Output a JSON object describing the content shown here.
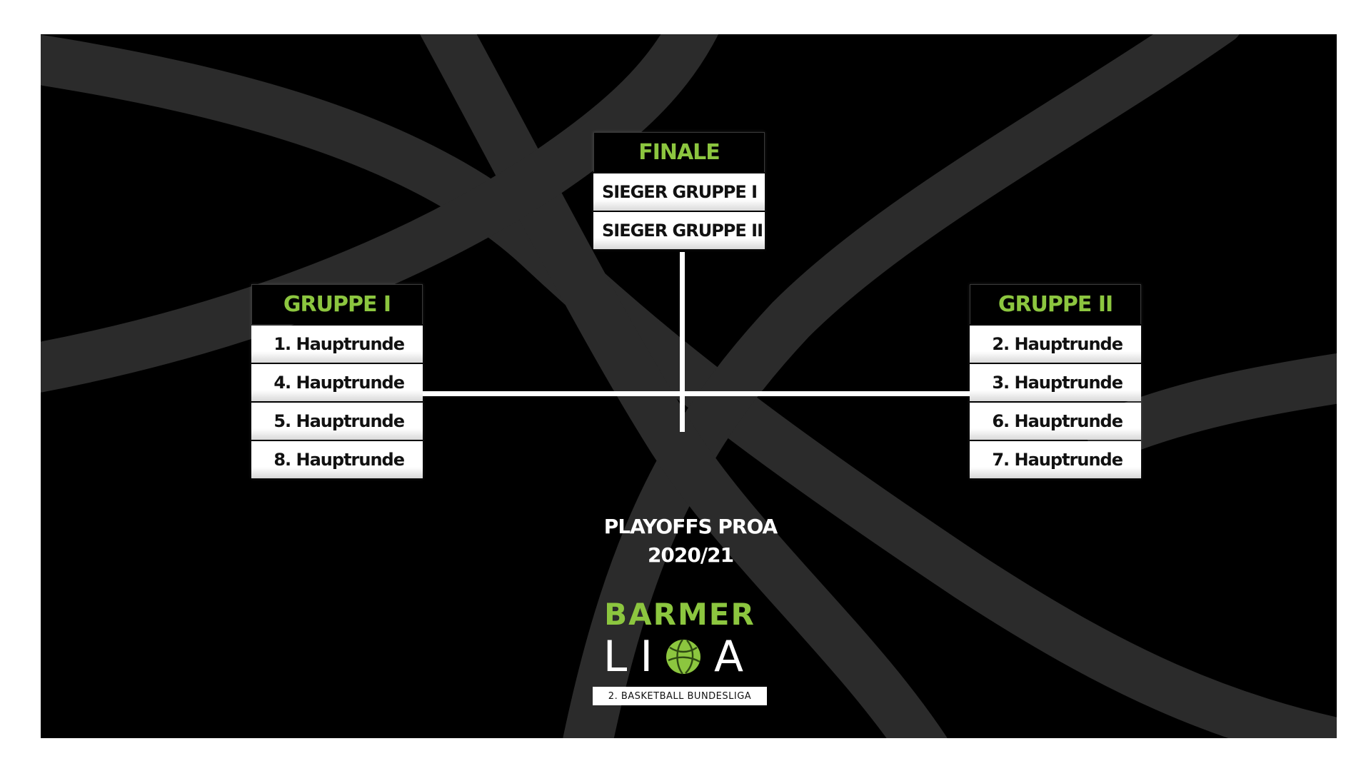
{
  "colors": {
    "accent": "#8cc63f",
    "background": "#000000",
    "row_bg": "#ffffff",
    "row_text": "#111111"
  },
  "finale": {
    "title": "FINALE",
    "rows": [
      "SIEGER GRUPPE I",
      "SIEGER GRUPPE II"
    ]
  },
  "gruppe1": {
    "title": "GRUPPE I",
    "rows": [
      "1. Hauptrunde",
      "4. Hauptrunde",
      "5. Hauptrunde",
      "8. Hauptrunde"
    ]
  },
  "gruppe2": {
    "title": "GRUPPE II",
    "rows": [
      "2. Hauptrunde",
      "3. Hauptrunde",
      "6. Hauptrunde",
      "7. Hauptrunde"
    ]
  },
  "event": {
    "line1": "PLAYOFFS PROA",
    "line2": "2020/21"
  },
  "logo": {
    "top": "BARMER",
    "left_letters": "LI",
    "right_letters": "A",
    "bottom": "2. BASKETBALL BUNDESLIGA",
    "icon": "basketball-icon"
  }
}
